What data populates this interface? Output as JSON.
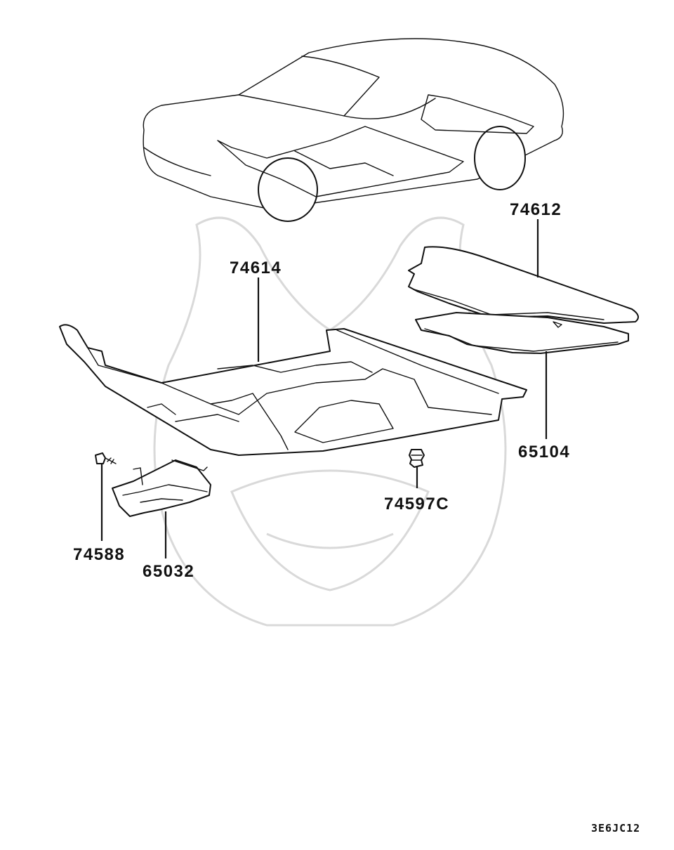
{
  "callouts": {
    "rear_trunk_mat": "74612",
    "floor_carpet": "74614",
    "trunk_floor_mat": "65104",
    "clip": "74597C",
    "screw": "74588",
    "silencer_bracket": "65032"
  },
  "drawing_code": "3E6JC12"
}
